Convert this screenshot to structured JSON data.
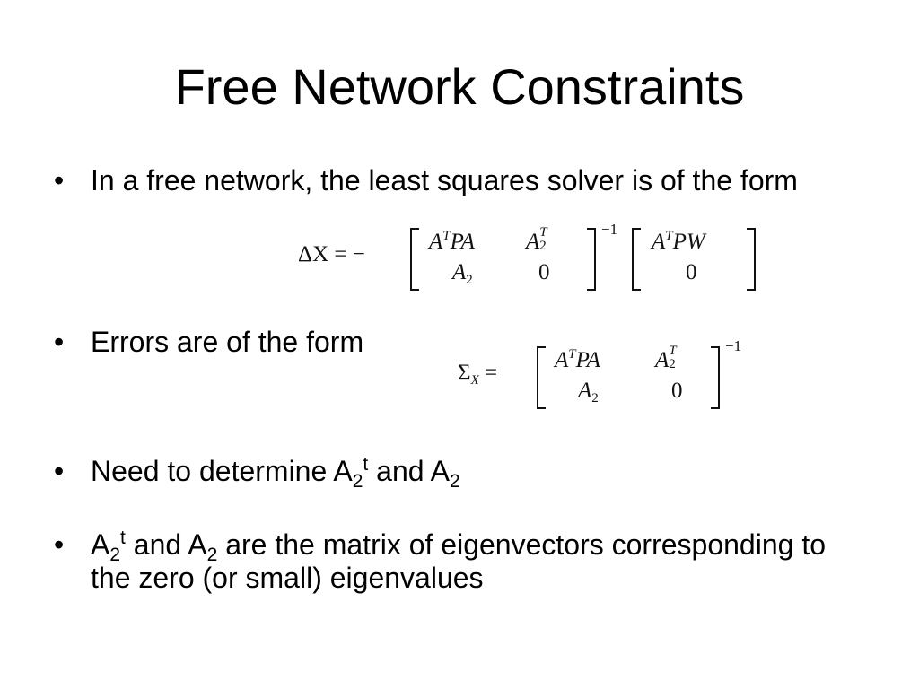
{
  "slide": {
    "title": "Free Network Constraints",
    "bullet_char": "•",
    "bullet1": "In a free network, the least squares solver is of the form",
    "bullet2": "Errors are of the form",
    "bullet3": {
      "t1": "Need to determine A",
      "s1": "2",
      "p1": "t",
      "t2": " and A",
      "s2": "2"
    },
    "bullet4": {
      "t1": "A",
      "s1": "2",
      "p1": "t",
      "t2": " and A",
      "s2": "2",
      "t3": " are the matrix of eigenvectors corresponding to the zero (or small) eigenvalues"
    }
  },
  "equation1": {
    "lhs": "ΔX = −",
    "m1": {
      "a11": "A",
      "a11_sup": "T",
      "a11_rest": "PA",
      "a12": "A",
      "a12_sup": "T",
      "a12_sub": "2",
      "a21": "A",
      "a21_sub": "2",
      "a22": "0"
    },
    "exponent": "−1",
    "m2": {
      "b1": "A",
      "b1_sup": "T",
      "b1_rest": "PW",
      "b2": "0"
    }
  },
  "equation2": {
    "lhs_sigma": "Σ",
    "lhs_sub": "X",
    "lhs_eq": " =",
    "m1": {
      "a11": "A",
      "a11_sup": "T",
      "a11_rest": "PA",
      "a12": "A",
      "a12_sup": "T",
      "a12_sub": "2",
      "a21": "A",
      "a21_sub": "2",
      "a22": "0"
    },
    "exponent": "−1"
  }
}
